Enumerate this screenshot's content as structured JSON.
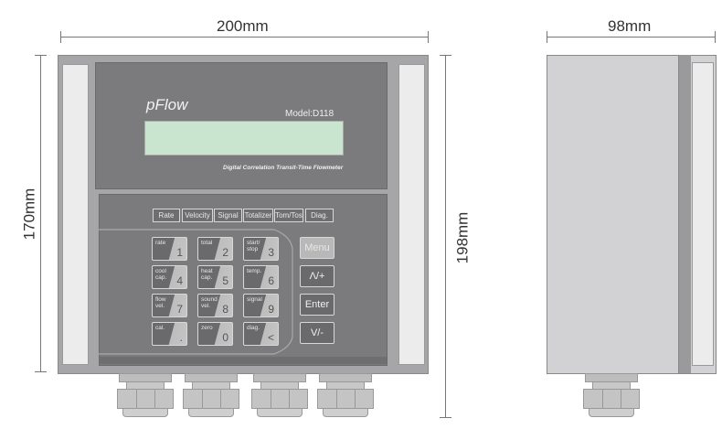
{
  "dimensions": {
    "front_width": "200mm",
    "front_height": "170mm",
    "total_height": "198mm",
    "side_depth": "98mm"
  },
  "device": {
    "brand": "pFlow",
    "model": "Model:D118",
    "tagline": "Digital Correlation Transit-Time Flowmeter",
    "lcd_color": "#c9e4cf",
    "function_buttons": [
      "Rate",
      "Velocity",
      "Signal",
      "Totalizer",
      "Tom/Tos",
      "Diag."
    ],
    "keypad": [
      {
        "fn": "rate",
        "num": "1"
      },
      {
        "fn": "total",
        "num": "2"
      },
      {
        "fn": "start/ stop",
        "num": "3"
      },
      {
        "fn": "cool cap.",
        "num": "4"
      },
      {
        "fn": "heat cap.",
        "num": "5"
      },
      {
        "fn": "temp.",
        "num": "6"
      },
      {
        "fn": "flow vel.",
        "num": "7"
      },
      {
        "fn": "sound vel.",
        "num": "8"
      },
      {
        "fn": "signal",
        "num": "9"
      },
      {
        "fn": "cal.",
        "num": "."
      },
      {
        "fn": "zero",
        "num": "0"
      },
      {
        "fn": "diag.",
        "num": "<"
      }
    ],
    "nav_keys": [
      "Menu",
      "Λ/+",
      "Enter",
      "V/-"
    ]
  }
}
